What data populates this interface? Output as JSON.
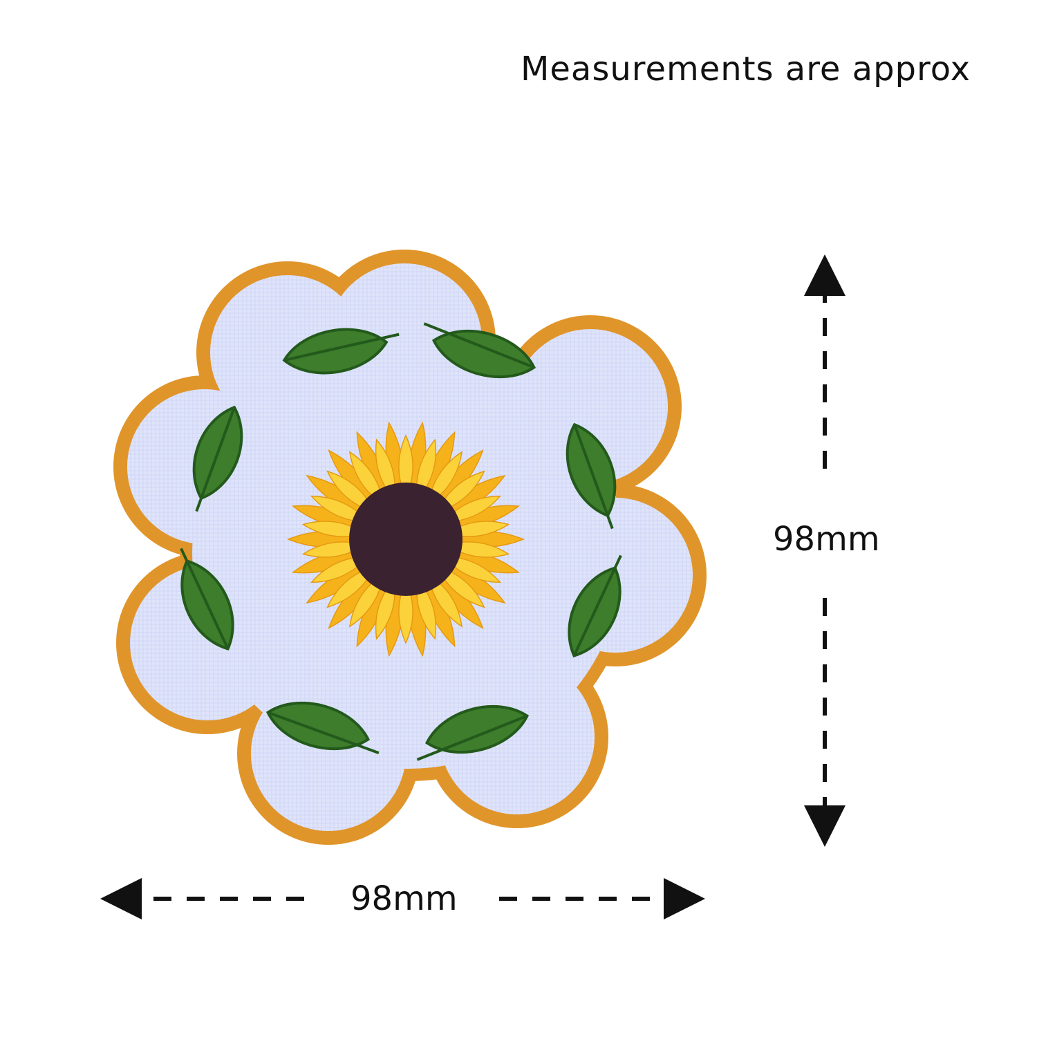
{
  "caption": "Measurements are approx",
  "dimensions": {
    "width_label": "98mm",
    "height_label": "98mm"
  },
  "patch": {
    "subject": "embroidered sunflower coaster",
    "colors": {
      "border": "#e0952a",
      "border_dark": "#c47a1c",
      "fabric": "#dfe4fb",
      "petal": "#f6b21a",
      "petal_light": "#fbd23a",
      "center": "#3b2230",
      "leaf": "#3d7d2b",
      "leaf_dark": "#235a1c"
    }
  }
}
